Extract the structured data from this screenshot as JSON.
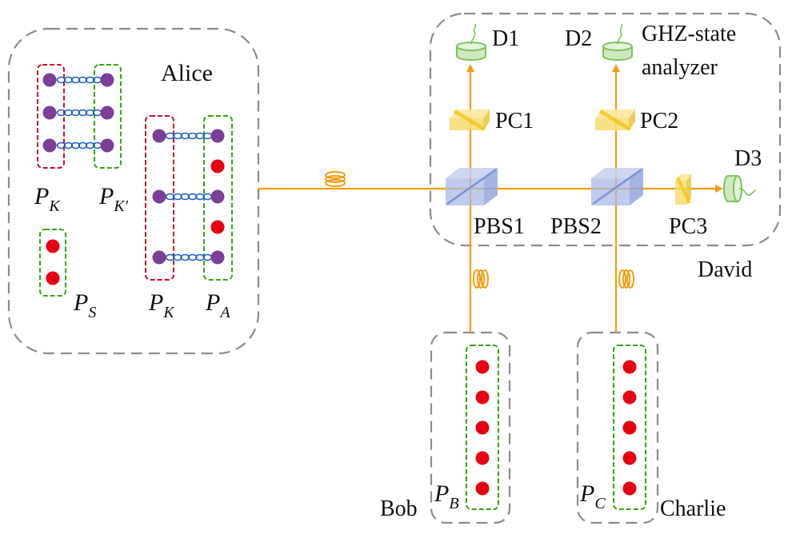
{
  "colors": {
    "beam": "#f39c12",
    "photon_entangled": "#7b3f98",
    "photon_single": "#e60012",
    "entangle_link": "#1f5fbf",
    "box_red": "#c8102e",
    "box_green": "#3aa31a",
    "party_box": "#8c8c8c",
    "detector": "#7dc35a",
    "pbs": "#aab9e6",
    "pc": "#f7dc6f"
  },
  "parties": {
    "alice": "Alice",
    "bob": "Bob",
    "charlie": "Charlie",
    "david": "David"
  },
  "analyzer_label": [
    "GHZ-state",
    "analyzer"
  ],
  "sequences": {
    "pk_top": {
      "base": "P",
      "sub": "K"
    },
    "pkp": {
      "base": "P",
      "sub": "K'"
    },
    "ps": {
      "base": "P",
      "sub": "S"
    },
    "pk": {
      "base": "P",
      "sub": "K"
    },
    "pa": {
      "base": "P",
      "sub": "A"
    },
    "pb": {
      "base": "P",
      "sub": "B"
    },
    "pc": {
      "base": "P",
      "sub": "C"
    }
  },
  "components": {
    "d1": "D1",
    "d2": "D2",
    "d3": "D3",
    "pc1": "PC1",
    "pc2": "PC2",
    "pc3": "PC3",
    "pbs1": "PBS1",
    "pbs2": "PBS2"
  },
  "photon_counts": {
    "pk_top_pairs": 3,
    "ps_singles": 2,
    "pk_pa_pairs": 3,
    "pa_decoys": 2,
    "pb_photons": 5,
    "pc_photons": 5
  }
}
